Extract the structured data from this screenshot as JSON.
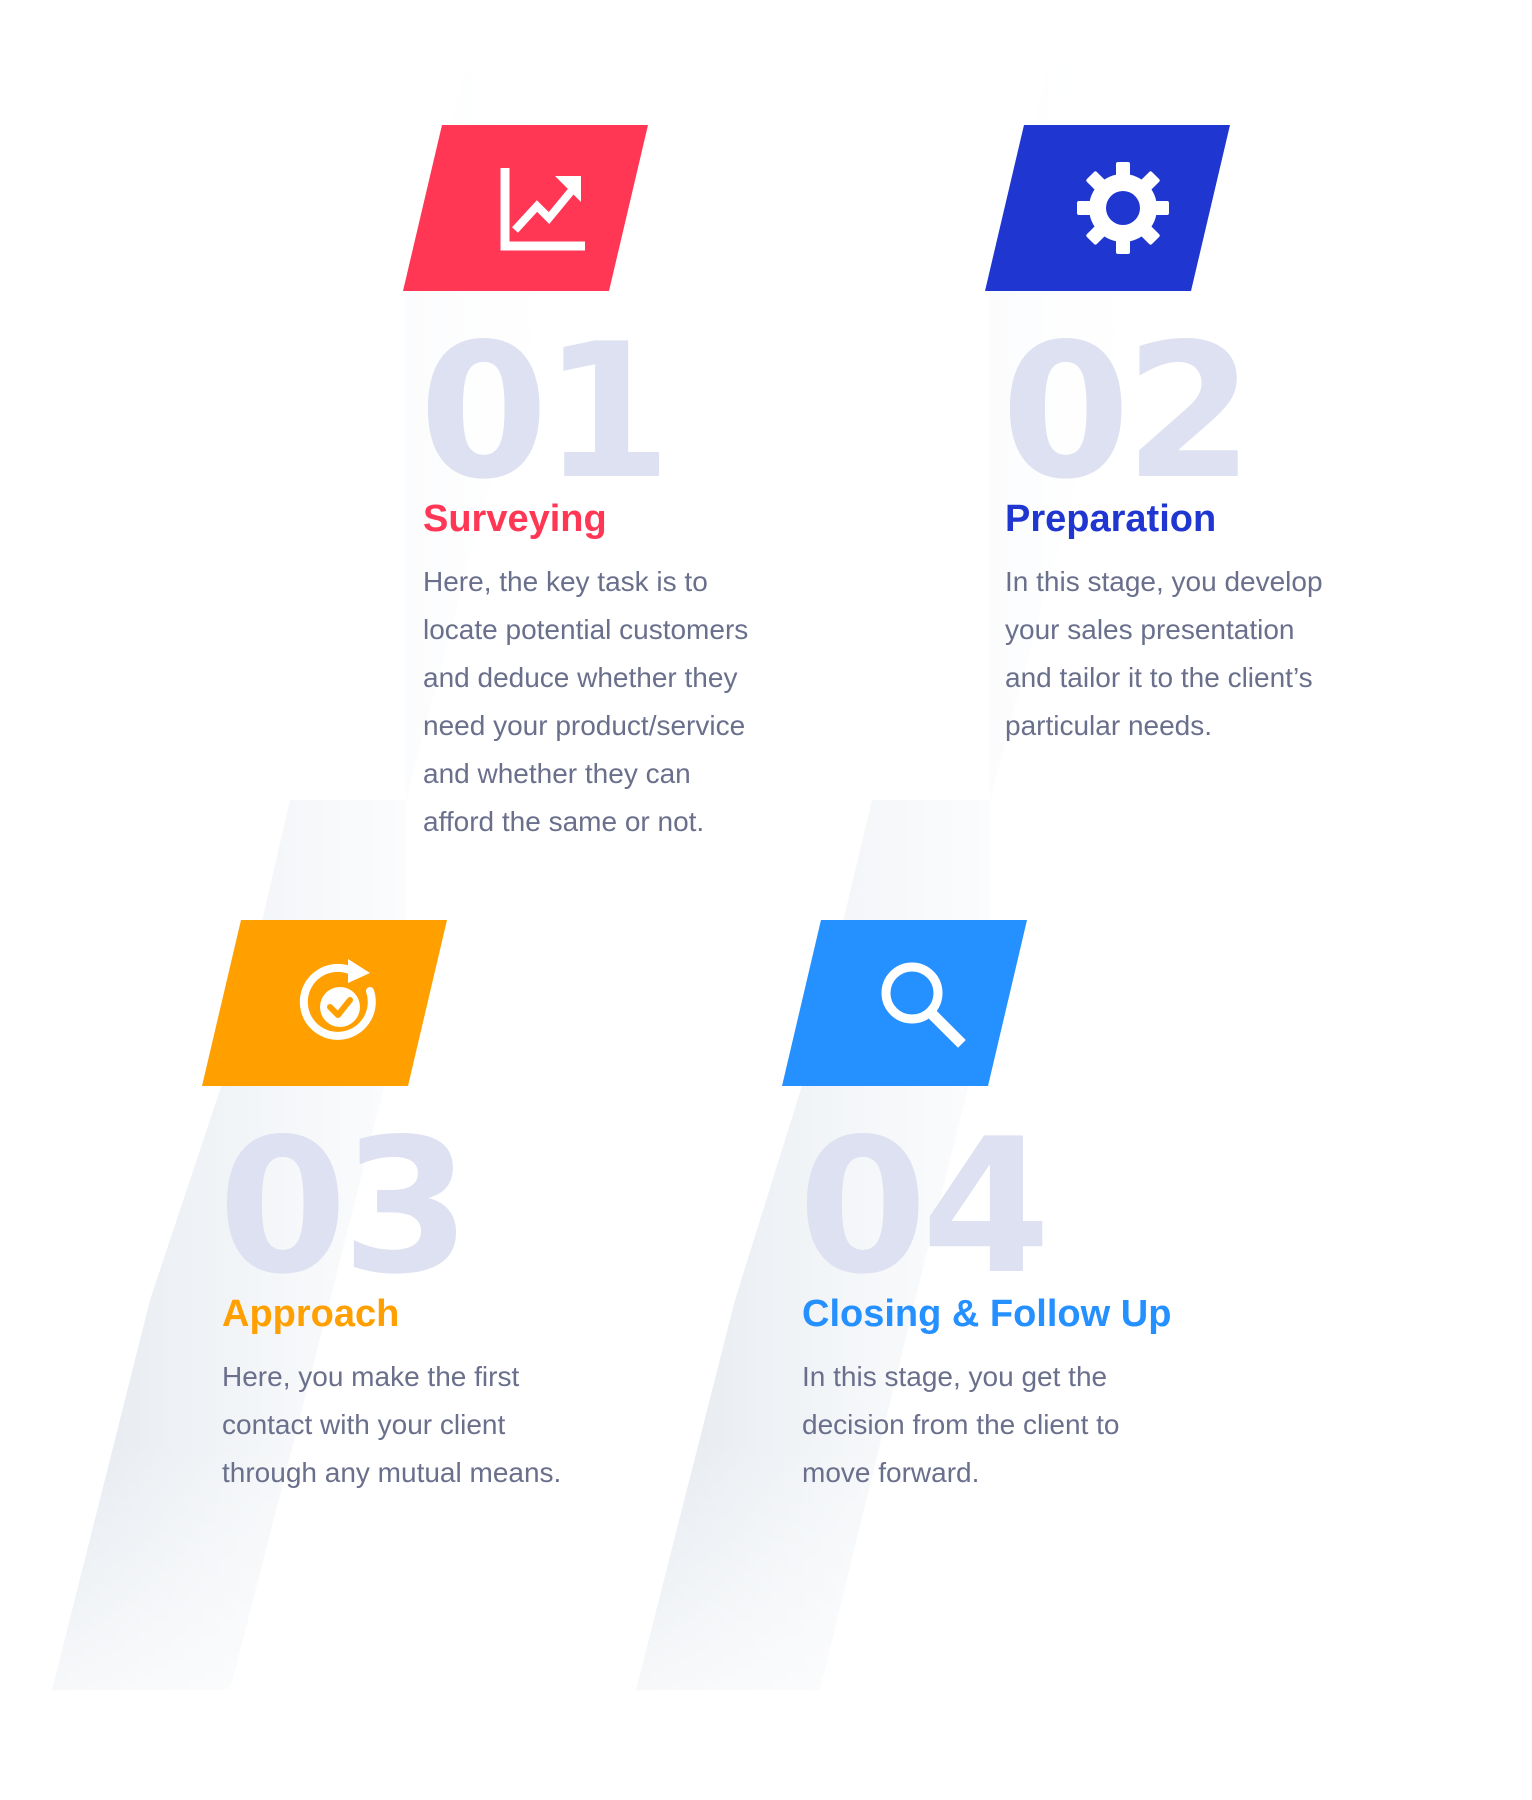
{
  "steps": [
    {
      "number": "01",
      "title": "Surveying",
      "accent_color": "#ff3654",
      "icon": "growth-chart-icon",
      "description_lines": [
        "Here, the key task is to",
        "locate potential customers",
        "and deduce whether they",
        "need your product/service",
        "and whether they can",
        "afford the same or not."
      ]
    },
    {
      "number": "02",
      "title": "Preparation",
      "accent_color": "#1f36d1",
      "icon": "gear-icon",
      "description_lines": [
        "In this stage, you develop",
        "your sales presentation",
        "and tailor it to the client’s",
        "particular needs."
      ]
    },
    {
      "number": "03",
      "title": "Approach",
      "accent_color": "#ff9f00",
      "icon": "target-check-icon",
      "description_lines": [
        "Here, you make the first",
        "contact with your client",
        "through any mutual means."
      ]
    },
    {
      "number": "04",
      "title": "Closing & Follow Up",
      "accent_color": "#2590ff",
      "icon": "search-icon",
      "description_lines": [
        "In this stage, you get the",
        "decision from the client to",
        "move forward."
      ]
    }
  ],
  "colors": {
    "number_color": "#dde1f1",
    "body_text": "#6a6f8c",
    "shadow": "#c8d2df"
  }
}
